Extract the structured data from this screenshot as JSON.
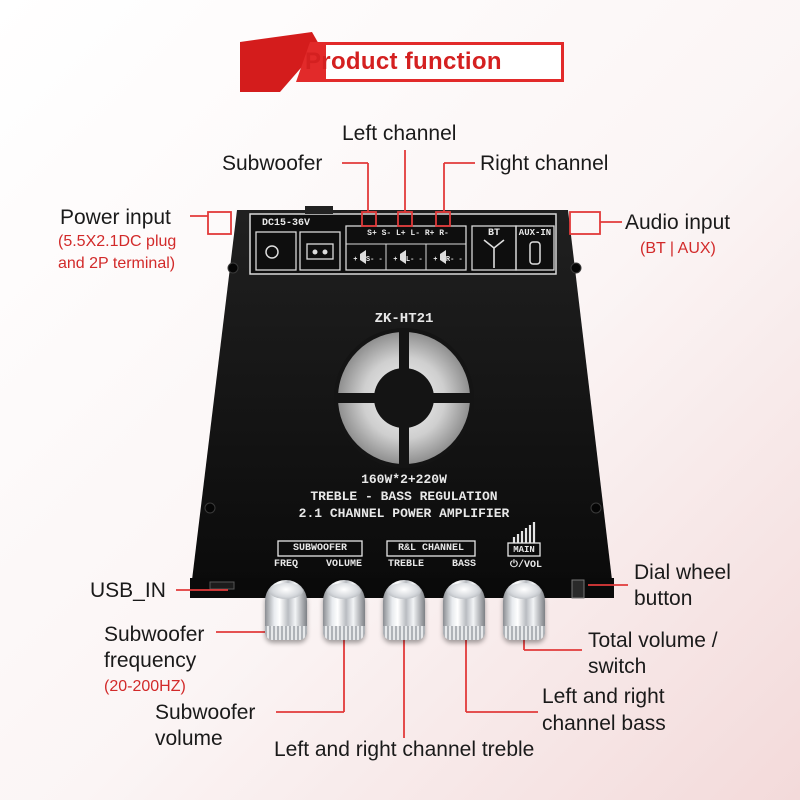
{
  "banner": {
    "title": "Product function"
  },
  "board": {
    "model": "ZK-HT21",
    "power_label": "DC15-36V",
    "spec_line1": "160W*2+220W",
    "spec_line2": "TREBLE - BASS REGULATION",
    "spec_line3": "2.1 CHANNEL POWER AMPLIFIER",
    "bt_label": "BT",
    "aux_label": "AUX-IN",
    "terminals": [
      "S+",
      "S-",
      "L+",
      "L-",
      "R+",
      "R-"
    ],
    "speaker_markers": [
      "+ -S- -",
      "+ -L- -",
      "+ -R- -"
    ],
    "groups": {
      "subwoofer": "SUBWOOFER",
      "rl": "R&L CHANNEL",
      "main": "MAIN"
    },
    "knob_labels": [
      "FREQ",
      "VOLUME",
      "TREBLE",
      "BASS",
      "⏻/VOL"
    ]
  },
  "callouts": {
    "left_channel": "Left channel",
    "subwoofer": "Subwoofer",
    "right_channel": "Right channel",
    "power_input": "Power input",
    "power_input_note1": "(5.5X2.1DC plug",
    "power_input_note2": "and 2P terminal)",
    "audio_input": "Audio input",
    "audio_input_note": "(BT | AUX)",
    "usb_in": "USB_IN",
    "dial_line1": "Dial wheel",
    "dial_line2": "button",
    "sub_freq_line1": "Subwoofer",
    "sub_freq_line2": "frequency",
    "sub_freq_note": "(20-200HZ)",
    "total_vol_line1": "Total volume /",
    "total_vol_line2": "switch",
    "lr_bass_line1": "Left and right",
    "lr_bass_line2": "channel bass",
    "sub_vol_line1": "Subwoofer",
    "sub_vol_line2": "volume",
    "lr_treble": "Left and right channel treble"
  },
  "colors": {
    "accent": "#d42020",
    "board": "#141414",
    "line": "#e23a3a"
  }
}
